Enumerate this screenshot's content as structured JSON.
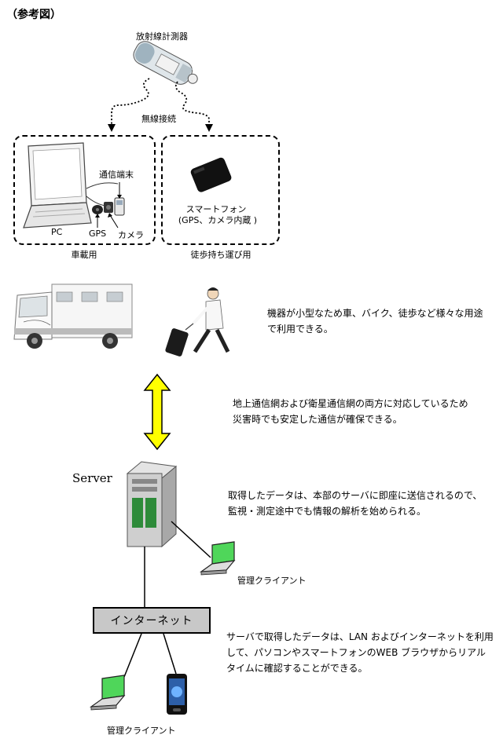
{
  "title": "（参考図）",
  "device": {
    "label": "放射線計測器"
  },
  "connection": {
    "label": "無線接続"
  },
  "vehicle_box": {
    "caption": "車載用",
    "pc": "PC",
    "terminal": "通信端末",
    "gps": "GPS",
    "camera": "カメラ"
  },
  "walk_box": {
    "caption": "徒歩持ち運び用",
    "phone_line1": "スマートフォン",
    "phone_line2": "(GPS、カメラ内蔵 )"
  },
  "descriptions": {
    "d1": [
      "機器が小型なため車、バイク、徒歩など様々な用途",
      "で利用できる。"
    ],
    "d2": [
      "地上通信網および衛星通信網の両方に対応しているため",
      "災害時でも安定した通信が確保できる。"
    ],
    "d3": [
      "取得したデータは、本部のサーバに即座に送信されるので、",
      "監視・測定途中でも情報の解析を始められる。"
    ],
    "d4": [
      "サーバで取得したデータは、LAN およびインターネットを利用",
      "して、パソコンやスマートフォンのWEB ブラウザからリアル",
      "タイムに確認することができる。"
    ]
  },
  "server": {
    "label": "Server"
  },
  "client1": {
    "label": "管理クライアント"
  },
  "internet": {
    "label": "インターネット"
  },
  "client2": {
    "label": "管理クライアント"
  },
  "colors": {
    "arrow_fill": "#ffff00",
    "screen_green": "#4fd65a",
    "net_box": "#c8c8c8"
  }
}
